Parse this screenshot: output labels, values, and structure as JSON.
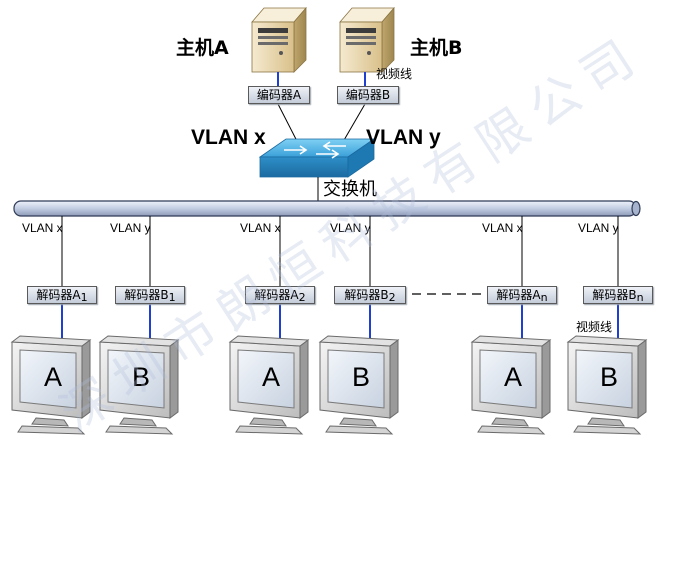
{
  "hosts": [
    {
      "label": "主机A"
    },
    {
      "label": "主机B"
    }
  ],
  "encoders": [
    {
      "label": "编码器A"
    },
    {
      "label": "编码器B"
    }
  ],
  "top_video_label": "视频线",
  "top_vlans": [
    "VLAN x",
    "VLAN y"
  ],
  "switch_label": "交换机",
  "drops": [
    {
      "vlan": "VLAN x",
      "decoder": "解码器A",
      "sub": "1",
      "monitor": "A"
    },
    {
      "vlan": "VLAN y",
      "decoder": "解码器B",
      "sub": "1",
      "monitor": "B"
    },
    {
      "vlan": "VLAN x",
      "decoder": "解码器A",
      "sub": "2",
      "monitor": "A"
    },
    {
      "vlan": "VLAN y",
      "decoder": "解码器B",
      "sub": "2",
      "monitor": "B"
    },
    {
      "vlan": "VLAN x",
      "decoder": "解码器A",
      "sub": "n",
      "monitor": "A"
    },
    {
      "vlan": "VLAN y",
      "decoder": "解码器B",
      "sub": "n",
      "monitor": "B"
    }
  ],
  "bottom_video_label": "视频线",
  "watermark": "深圳市朗恒科技有限公司",
  "colors": {
    "bus": "#c9d3e8",
    "bus_edge": "#2f3b57",
    "video_line": "#1f3fd0",
    "switch": "#3aa0d8",
    "tower": "#e9d8a8"
  }
}
